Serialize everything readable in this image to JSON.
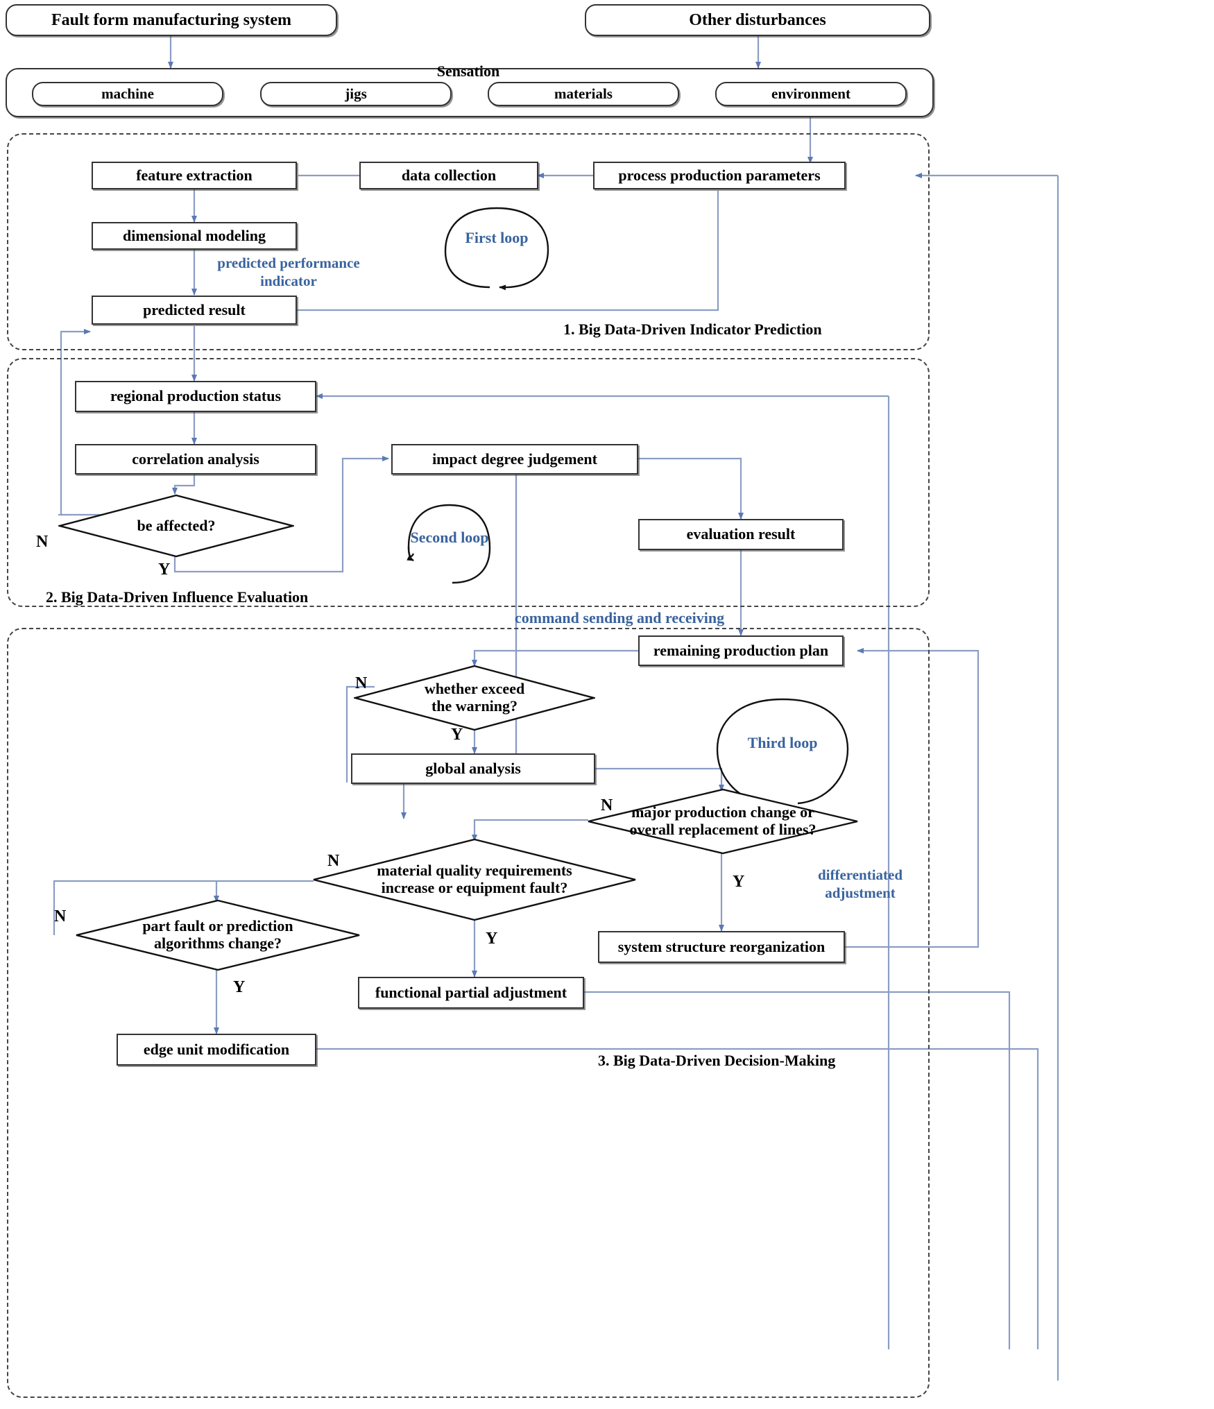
{
  "diagram": {
    "title": "Big Data-Driven Manufacturing System Control Flowchart",
    "accent_color": "#39639e",
    "line_color": "#8b9dc3",
    "stroke_color": "#333333"
  },
  "top": {
    "fault_source": "Fault form manufacturing system",
    "other_source": "Other disturbances",
    "sensation_title": "Sensation",
    "sensation_items": [
      "machine",
      "jigs",
      "materials",
      "environment"
    ]
  },
  "section1": {
    "label": "1. Big Data-Driven Indicator Prediction",
    "loop_label": "First loop",
    "edge_label": "predicted performance indicator",
    "nodes": {
      "feature_extraction": "feature extraction",
      "data_collection": "data collection",
      "process_production_parameters": "process production parameters",
      "dimensional_modeling": "dimensional modeling",
      "predicted_result": "predicted result"
    }
  },
  "section2": {
    "label": "2. Big Data-Driven Influence Evaluation",
    "loop_label": "Second loop",
    "nodes": {
      "regional_production_status": "regional production status",
      "correlation_analysis": "correlation analysis",
      "impact_degree_judgement": "impact degree judgement",
      "evaluation_result": "evaluation result",
      "be_affected": "be affected?"
    },
    "branch_no": "N",
    "branch_yes": "Y"
  },
  "bridge": {
    "command_label": "command sending and receiving"
  },
  "section3": {
    "label": "3. Big Data-Driven Decision-Making",
    "loop_label": "Third loop",
    "differentiated_label": "differentiated adjustment",
    "nodes": {
      "remaining_production_plan": "remaining production plan",
      "whether_exceed": "whether exceed the warning?",
      "whether_exceed_l1": "whether exceed",
      "whether_exceed_l2": "the warning?",
      "global_analysis": "global analysis",
      "major_change": "major production change or overall replacement of lines?",
      "major_change_l1": "major production change or",
      "major_change_l2": "overall replacement of lines?",
      "material_quality": "material quality requirements increase or equipment fault?",
      "material_quality_l1": "material quality requirements",
      "material_quality_l2": "increase or equipment fault?",
      "part_fault": "part fault or prediction algorithms change?",
      "part_fault_l1": "part fault or prediction",
      "part_fault_l2": "algorithms change?",
      "system_structure_reorganization": "system structure reorganization",
      "functional_partial_adjustment": "functional partial adjustment",
      "edge_unit_modification": "edge unit modification"
    },
    "branch_n_exceed": "N",
    "branch_y_exceed": "Y",
    "branch_n_major": "N",
    "branch_y_major": "Y",
    "branch_n_material": "N",
    "branch_y_material": "Y",
    "branch_n_part": "N",
    "branch_y_part": "Y"
  }
}
